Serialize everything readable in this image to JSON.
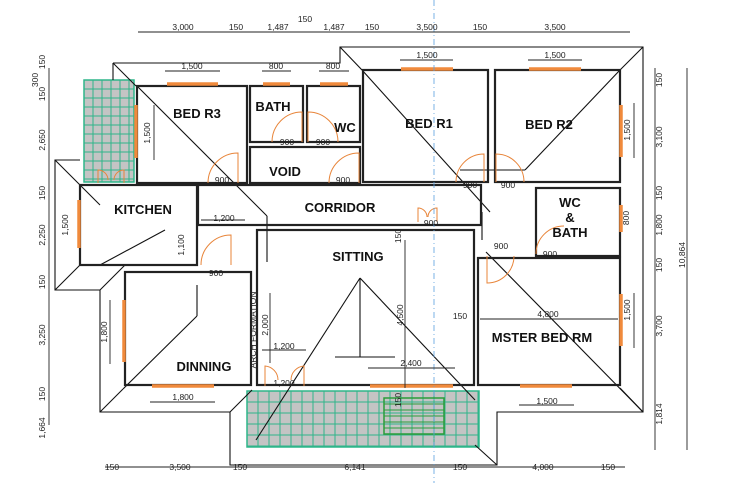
{
  "title": "Floor Plan",
  "colors": {
    "wall": "#222222",
    "window": "#f08a3c",
    "tile_grid": "#2fb58a",
    "tile_fill": "#c4c4c4",
    "axis": "#5aa0e0"
  },
  "rooms": [
    "BED R3",
    "BATH",
    "WC",
    "VOID",
    "BED R1",
    "BED R2",
    "KITCHEN",
    "CORRIDOR",
    "WC",
    "&",
    "BATH",
    "SITTING",
    "MSTER BED RM",
    "DINNING"
  ],
  "annotation": "ARCH FORMATION",
  "dimensions_top": [
    "3,000",
    "150",
    "1,487",
    "150",
    "1,487",
    "150",
    "3,500",
    "150",
    "3,500"
  ],
  "dimensions_windows_top": [
    "1,500",
    "800",
    "800",
    "1,500",
    "1,500"
  ],
  "dimensions_left": [
    "150",
    "300",
    "150",
    "2,650",
    "150",
    "2,250",
    "150",
    "3,250",
    "150",
    "1,664"
  ],
  "dimensions_right": [
    "150",
    "3,100",
    "150",
    "1,800",
    "150",
    "3,700",
    "1,814"
  ],
  "dimension_overall": "10,864",
  "dimensions_bottom": [
    "150",
    "3,500",
    "150",
    "6,141",
    "150",
    "4,000",
    "150"
  ],
  "dimensions_internal": [
    "1,500",
    "900",
    "900",
    "900",
    "900",
    "900",
    "900",
    "900",
    "900",
    "900",
    "900",
    "1,200",
    "1,100",
    "1,500",
    "150",
    "1,500",
    "800",
    "150",
    "4,800",
    "1,500",
    "4,500",
    "2,400",
    "150",
    "1,500",
    "1,800",
    "1,800",
    "2,000",
    "1,200",
    "1,200"
  ]
}
